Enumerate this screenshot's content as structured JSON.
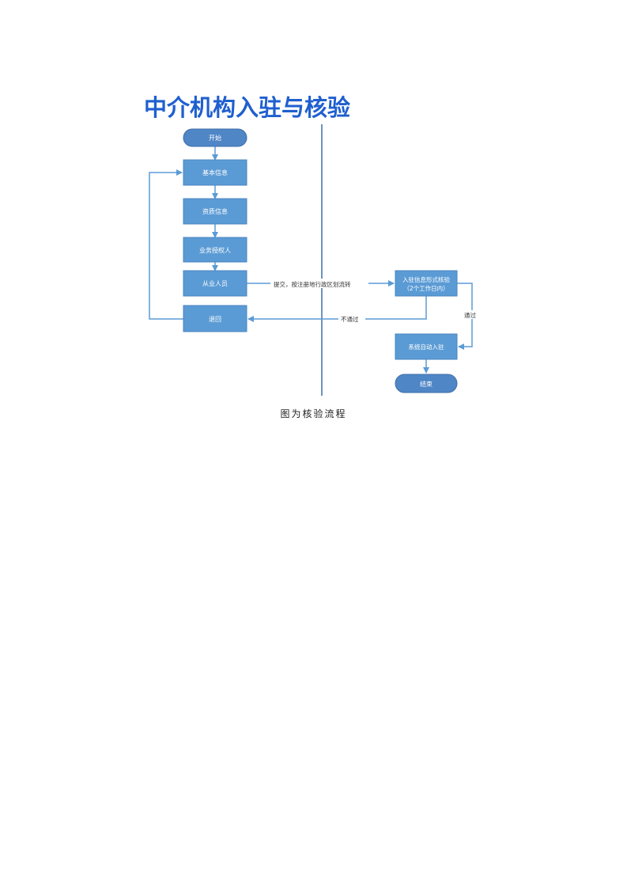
{
  "diagram": {
    "title": "中介机构入驻与核验",
    "nodes": {
      "start": "开始",
      "basic_info": "基本信息",
      "qualification_info": "资质信息",
      "business_authorizer": "业务授权人",
      "employees": "从业人员",
      "return": "退回",
      "form_check_line1": "入驻信息形式核验",
      "form_check_line2": "（2个工作日内）",
      "auto_entry": "系统自动入驻",
      "end": "结束"
    },
    "edges": {
      "submit": "提交，按注册地行政区划流转",
      "not_passed": "不通过",
      "passed": "通过"
    },
    "colors": {
      "box": "#5b9bd5",
      "box_stroke": "#4a86c0",
      "terminal": "#4f86c6",
      "arrow": "#5b9bd5",
      "title": "#1f5fcf",
      "divider": "#3f6fa8"
    }
  },
  "caption": "图为核验流程"
}
